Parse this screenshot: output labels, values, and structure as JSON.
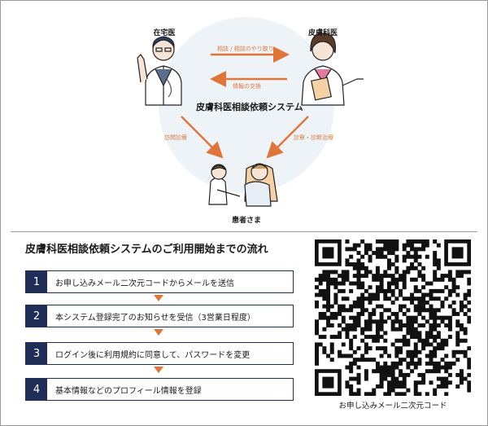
{
  "diagram": {
    "center_title": "皮膚科医相談依頼システム",
    "nodes": {
      "home_doctor": "在宅医",
      "dermatologist": "皮膚科医",
      "patient": "患者さま"
    },
    "edges": {
      "consult": "相談 / 相談のやり取り",
      "info_exchange": "情報の交換",
      "home_visit": "訪問診療",
      "diagnosis": "診察・診断治療"
    },
    "colors": {
      "accent": "#e0753a",
      "navy": "#1f2d57",
      "circle": "#eef3f8"
    }
  },
  "flow": {
    "title": "皮膚科医相談依頼システムのご利用開始までの流れ",
    "steps": [
      {
        "num": "1",
        "text": "お申し込みメール二次元コードからメールを送信"
      },
      {
        "num": "2",
        "text": "本システム登録完了のお知らせを受信（3営業日程度）"
      },
      {
        "num": "3",
        "text": "ログイン後に利用規約に同意して、パスワードを変更"
      },
      {
        "num": "4",
        "text": "基本情報などのプロフィール情報を登録"
      }
    ]
  },
  "qr": {
    "caption": "お申し込みメール二次元コード"
  }
}
